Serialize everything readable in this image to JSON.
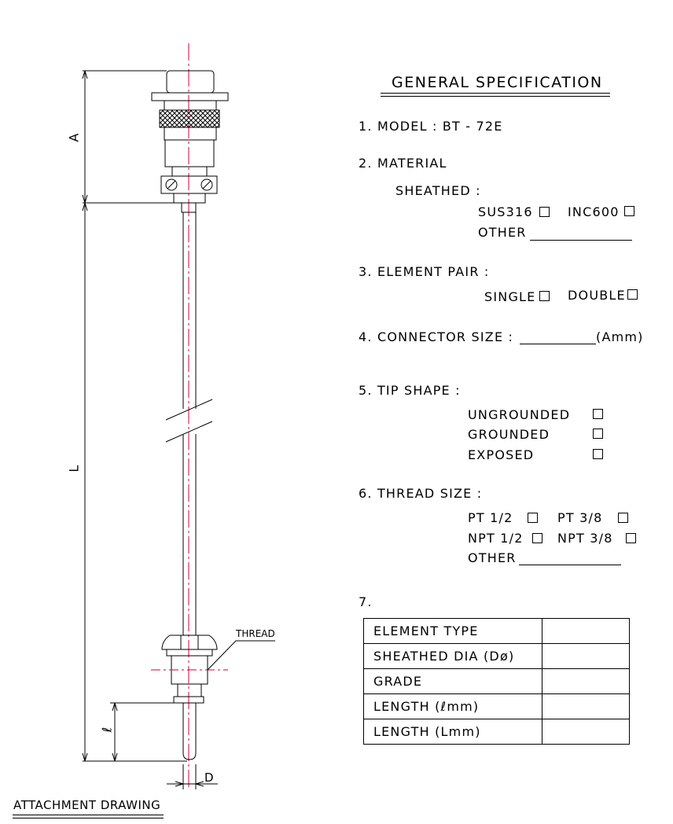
{
  "drawing": {
    "dim_a": "A",
    "dim_l": "L",
    "dim_l_small": "ℓ",
    "dim_d": "D",
    "thread_label": "THREAD",
    "caption": "ATTACHMENT DRAWING"
  },
  "spec": {
    "title": "GENERAL SPECIFICATION",
    "model": "1. MODEL :  BT - 72E",
    "material": "2. MATERIAL",
    "sheathed": "SHEATHED :",
    "sus316": "SUS316",
    "inc600": "INC600",
    "other_material": "OTHER",
    "element_pair": "3. ELEMENT PAIR :",
    "single": "SINGLE",
    "double": "DOUBLE",
    "connector_size": "4. CONNECTOR SIZE :",
    "connector_unit": "(Amm)",
    "tip_shape": "5. TIP SHAPE :",
    "ungrounded": "UNGROUNDED",
    "grounded": "GROUNDED",
    "exposed": "EXPOSED",
    "thread_size": "6. THREAD SIZE :",
    "pt12": "PT 1/2",
    "pt38": "PT 3/8",
    "npt12": "NPT 1/2",
    "npt38": "NPT 3/8",
    "other_thread": "OTHER",
    "item7": "7.",
    "table": [
      {
        "label": "ELEMENT TYPE",
        "value": ""
      },
      {
        "label": "SHEATHED DIA (Dø)",
        "value": ""
      },
      {
        "label": "GRADE",
        "value": ""
      },
      {
        "label": "LENGTH (ℓmm)",
        "value": ""
      },
      {
        "label": "LENGTH (Lmm)",
        "value": ""
      }
    ]
  }
}
